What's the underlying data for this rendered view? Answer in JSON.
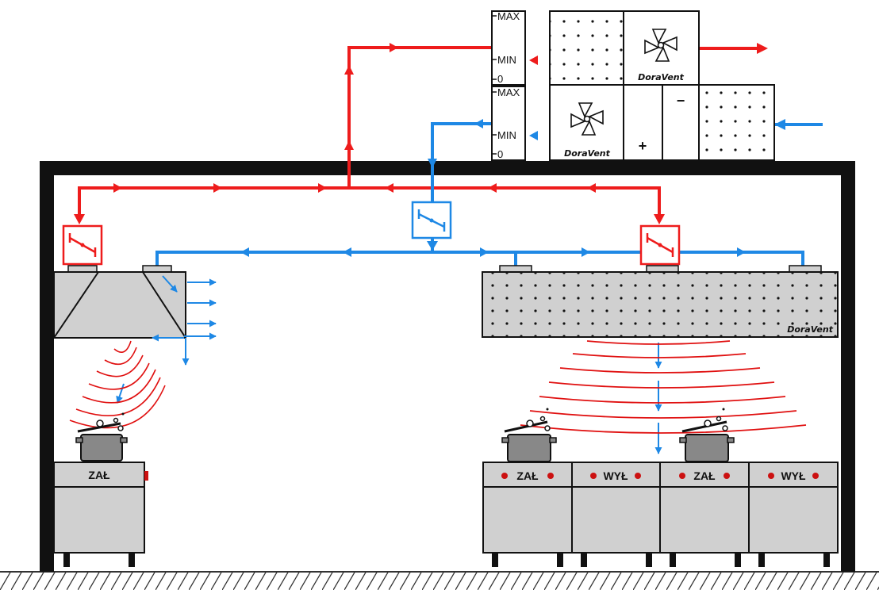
{
  "damper_panels": {
    "exhaust": {
      "max": "MAX",
      "min": "MIN",
      "zero": "0"
    },
    "supply": {
      "max": "MAX",
      "min": "MIN",
      "zero": "0"
    }
  },
  "units": {
    "exhaust_brand": "DoraVent",
    "supply_brand": "DoraVent",
    "hood_brand": "DoraVent",
    "heater_plus": "+",
    "cooler_minus": "−"
  },
  "appliances": {
    "left_panel": "ZAŁ",
    "right_panels": [
      "ZAŁ",
      "WYŁ",
      "ZAŁ",
      "WYŁ"
    ]
  },
  "colors": {
    "exhaust": "#ee1c1c",
    "supply": "#1e88e5",
    "structure": "#111111",
    "equipment": "#d0d0d0",
    "heat_waves": "#e01010",
    "indicator": "#cc1111"
  },
  "icons": [
    "fan-icon",
    "damper-icon",
    "pot-icon",
    "arrow-icon",
    "ground-hatch"
  ]
}
